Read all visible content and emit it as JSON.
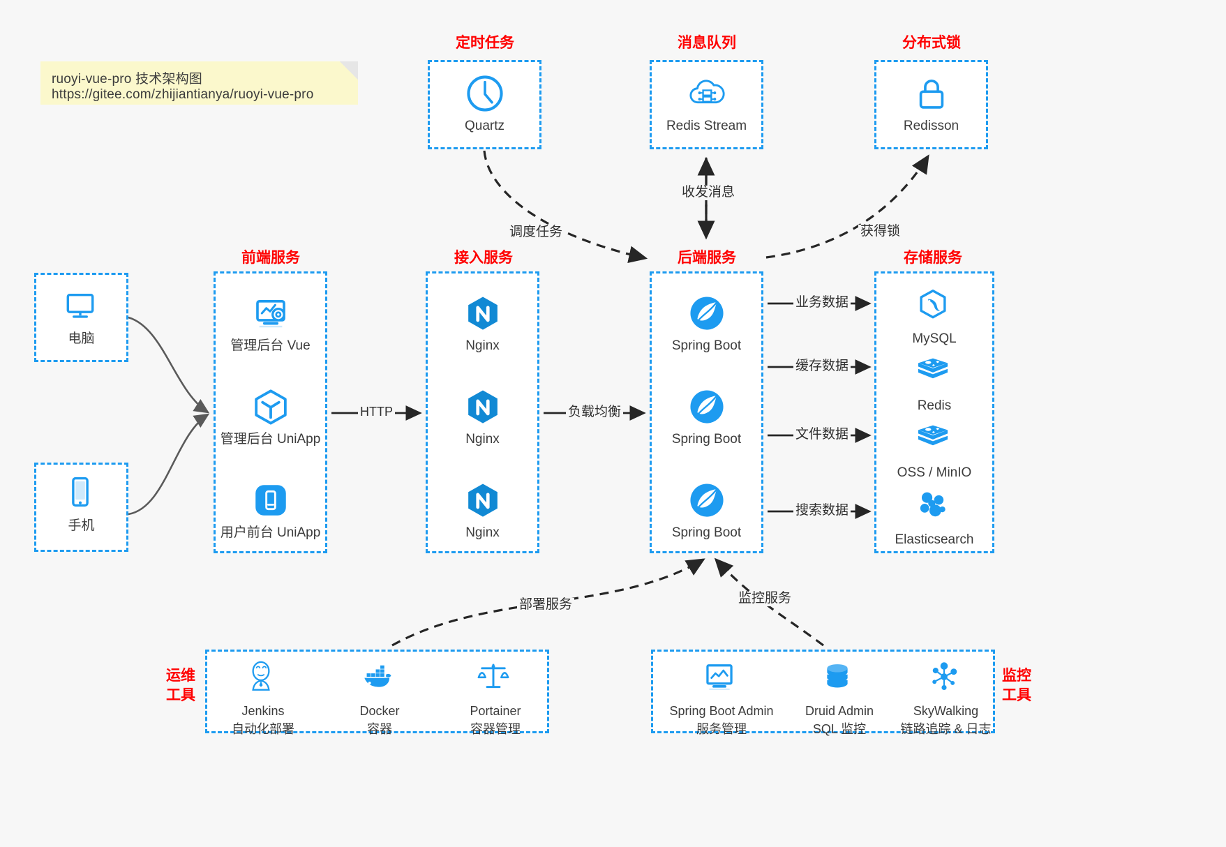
{
  "note": {
    "line1": "ruoyi-vue-pro 技术架构图",
    "line2": "https://gitee.com/zhijiantianya/ruoyi-vue-pro",
    "bg": "#fbf8cc"
  },
  "colors": {
    "accent": "#1d9bf0",
    "heading": "#ff0000",
    "text": "#3c3c3c",
    "background": "#f7f7f7",
    "arrow_solid": "#262626",
    "arrow_client": "#5a5a5a"
  },
  "groups": {
    "scheduled_task": "定时任务",
    "message_queue": "消息队列",
    "distributed_lock": "分布式锁",
    "frontend_service": "前端服务",
    "gateway_service": "接入服务",
    "backend_service": "后端服务",
    "storage_service": "存储服务",
    "devops_tools": "运维\n工具",
    "devops_tools_l1": "运维",
    "devops_tools_l2": "工具",
    "monitor_tools_l1": "监控",
    "monitor_tools_l2": "工具"
  },
  "clients": [
    {
      "id": "pc",
      "label": "电脑",
      "icon": "monitor-icon"
    },
    {
      "id": "mobile",
      "label": "手机",
      "icon": "phone-icon"
    }
  ],
  "frontend": [
    {
      "label": "管理后台 Vue",
      "icon": "admin-dashboard-icon"
    },
    {
      "label": "管理后台 UniApp",
      "icon": "cube-icon"
    },
    {
      "label": "用户前台 UniApp",
      "icon": "mobile-app-icon"
    }
  ],
  "gateway": [
    {
      "label": "Nginx",
      "icon": "nginx-icon"
    },
    {
      "label": "Nginx",
      "icon": "nginx-icon"
    },
    {
      "label": "Nginx",
      "icon": "nginx-icon"
    }
  ],
  "backend": [
    {
      "label": "Spring Boot",
      "icon": "spring-leaf-icon"
    },
    {
      "label": "Spring Boot",
      "icon": "spring-leaf-icon"
    },
    {
      "label": "Spring Boot",
      "icon": "spring-leaf-icon"
    }
  ],
  "storage": [
    {
      "label": "MySQL",
      "icon": "mysql-dolphin-icon"
    },
    {
      "label": "Redis",
      "icon": "redis-stack-icon"
    },
    {
      "label": "OSS / MinIO",
      "icon": "redis-stack-icon"
    },
    {
      "label": "Elasticsearch",
      "icon": "elasticsearch-icon"
    }
  ],
  "top_nodes": {
    "quartz": {
      "label": "Quartz",
      "icon": "clock-icon"
    },
    "redis_stream": {
      "label": "Redis Stream",
      "icon": "cloud-network-icon"
    },
    "redisson": {
      "label": "Redisson",
      "icon": "lock-icon"
    }
  },
  "devops": [
    {
      "name": "Jenkins",
      "desc": "自动化部署",
      "icon": "jenkins-butler-icon"
    },
    {
      "name": "Docker",
      "desc": "容器",
      "icon": "docker-whale-icon"
    },
    {
      "name": "Portainer",
      "desc": "容器管理",
      "icon": "scales-icon"
    }
  ],
  "monitor": [
    {
      "name": "Spring Boot Admin",
      "desc": "服务管理",
      "icon": "monitor-chart-icon"
    },
    {
      "name": "Druid Admin",
      "desc": "SQL 监控",
      "icon": "database-icon"
    },
    {
      "name": "SkyWalking",
      "desc": "链路追踪 & 日志",
      "icon": "skywalking-icon"
    }
  ],
  "edges": {
    "schedule_task": "调度任务",
    "send_receive_message": "收发消息",
    "acquire_lock": "获得锁",
    "http": "HTTP",
    "load_balance": "负载均衡",
    "business_data": "业务数据",
    "cache_data": "缓存数据",
    "file_data": "文件数据",
    "search_data": "搜索数据",
    "deploy_service": "部署服务",
    "monitor_service": "监控服务"
  }
}
